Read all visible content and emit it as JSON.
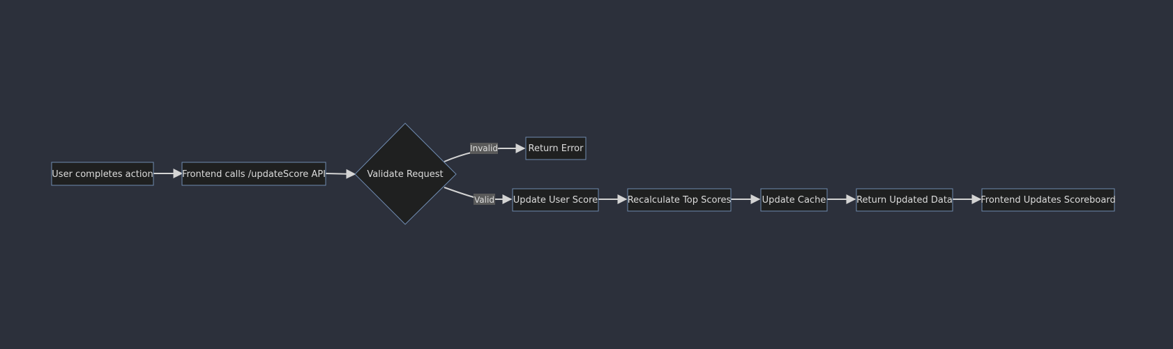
{
  "diagram": {
    "nodes": {
      "user_action": "User completes action",
      "frontend_calls": "Frontend calls /updateScore API",
      "validate": "Validate Request",
      "return_error": "Return Error",
      "update_score": "Update User Score",
      "recalculate": "Recalculate Top Scores",
      "update_cache": "Update Cache",
      "return_data": "Return Updated Data",
      "frontend_updates": "Frontend Updates Scoreboard"
    },
    "edges": {
      "invalid": "Invalid",
      "valid": "Valid"
    }
  }
}
